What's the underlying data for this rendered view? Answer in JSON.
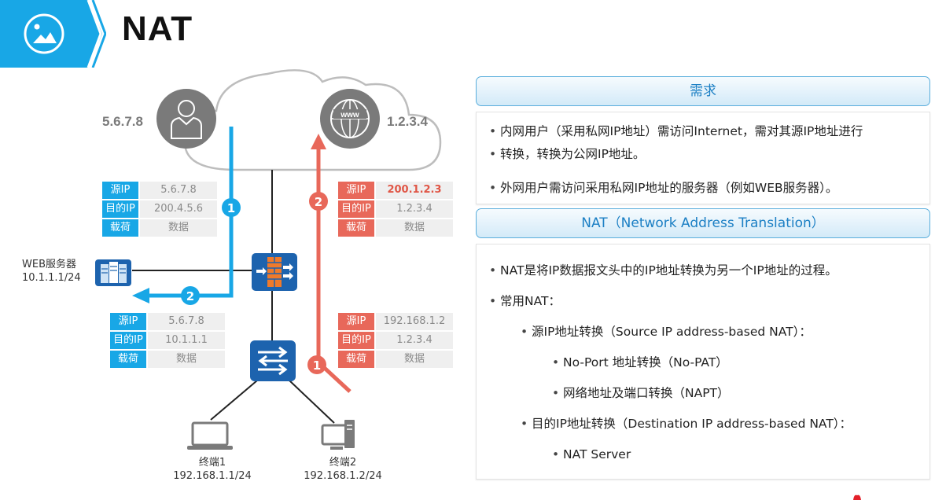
{
  "header": {
    "title": "NAT",
    "banner_icon": "image-icon",
    "accent_color": "#18a7e6"
  },
  "diagram": {
    "internet_user": {
      "ip": "5.6.7.8",
      "icon": "user-icon"
    },
    "internet_server": {
      "ip": "1.2.3.4",
      "icon": "www-globe-icon"
    },
    "web_server": {
      "name": "WEB服务器",
      "ip": "10.1.1.1/24",
      "icon": "server-icon"
    },
    "firewall": {
      "icon": "firewall-icon"
    },
    "switch": {
      "icon": "switch-icon"
    },
    "terminal1": {
      "name": "终端1",
      "ip": "192.168.1.1/24",
      "icon": "laptop-icon"
    },
    "terminal2": {
      "name": "终端2",
      "ip": "192.168.1.2/24",
      "icon": "desktop-icon"
    },
    "flows": {
      "blue": {
        "color": "#18a7e6",
        "step1": "1",
        "step2": "2"
      },
      "red": {
        "color": "#e8685a",
        "step1": "1",
        "step2": "2"
      }
    },
    "packets": {
      "blue_before": {
        "rows": [
          {
            "key": "源IP",
            "value": "5.6.7.8"
          },
          {
            "key": "目的IP",
            "value": "200.4.5.6"
          },
          {
            "key": "载荷",
            "value": "数据"
          }
        ]
      },
      "blue_after": {
        "rows": [
          {
            "key": "源IP",
            "value": "5.6.7.8"
          },
          {
            "key": "目的IP",
            "value": "10.1.1.1"
          },
          {
            "key": "载荷",
            "value": "数据"
          }
        ]
      },
      "red_after": {
        "rows": [
          {
            "key": "源IP",
            "value": "200.1.2.3"
          },
          {
            "key": "目的IP",
            "value": "1.2.3.4"
          },
          {
            "key": "载荷",
            "value": "数据"
          }
        ]
      },
      "red_before": {
        "rows": [
          {
            "key": "源IP",
            "value": "192.168.1.2"
          },
          {
            "key": "目的IP",
            "value": "1.2.3.4"
          },
          {
            "key": "载荷",
            "value": "数据"
          }
        ]
      }
    }
  },
  "panel": {
    "requirements": {
      "heading": "需求",
      "bullets": [
        "内网用户（采用私网IP地址）需访问Internet，需对其源IP地址进行",
        "转换，转换为公网IP地址。",
        "外网用户需访问采用私网IP地址的服务器（例如WEB服务器）。"
      ]
    },
    "nat": {
      "heading": "NAT（Network Address Translation）",
      "bullets": [
        "NAT是将IP数据报文头中的IP地址转换为另一个IP地址的过程。",
        "常用NAT：",
        "源IP地址转换（Source IP address-based NAT）：",
        "No-Port 地址转换（No-PAT）",
        "网络地址及端口转换（NAPT）",
        "目的IP地址转换（Destination IP address-based NAT）：",
        "NAT Server"
      ]
    }
  }
}
